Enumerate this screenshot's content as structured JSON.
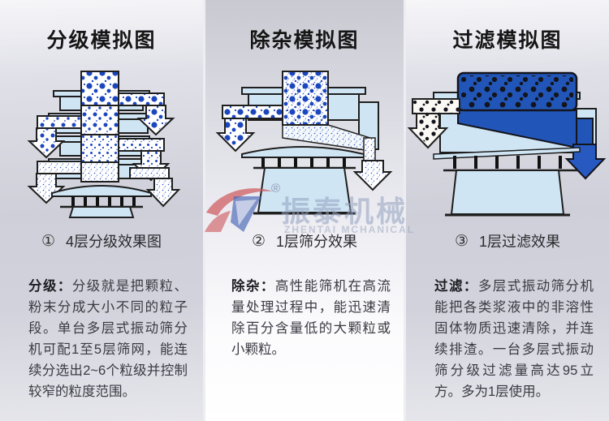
{
  "columns": [
    {
      "title": "分级模拟图",
      "caption_num": "①",
      "caption": "4层分级效果图",
      "lead": "分级：",
      "body": "分级就是把颗粒、粉末分成大小不同的粒子段。单台多层式振动筛分机可配1至5层筛网，能连续分选出2~6个粒级并控制较窄的粒度范围。"
    },
    {
      "title": "除杂模拟图",
      "caption_num": "②",
      "caption": "1层筛分效果",
      "lead": "除杂：",
      "body": "高性能筛机在高流量处理过程中，能迅速清除百分含量低的大颗粒或小颗粒。"
    },
    {
      "title": "过滤模拟图",
      "caption_num": "③",
      "caption": "1层过滤效果",
      "lead": "过滤：",
      "body": "多层式振动筛分机能把各类浆液中的非溶性固体物质迅速清除，并连续排渣。一台多层式振动筛分级过滤量高达95立方。多为1层使用。"
    }
  ],
  "watermark": {
    "registered": "®",
    "brand_cn": "振泰机械",
    "brand_en": "ZHENTAI MCHANICAL"
  },
  "colors": {
    "particle_blue": "#1b46be",
    "machine_body_blue": "#cfe5f4",
    "slurry_dark_blue": "#2156b8",
    "outline": "#1f1f1f"
  }
}
